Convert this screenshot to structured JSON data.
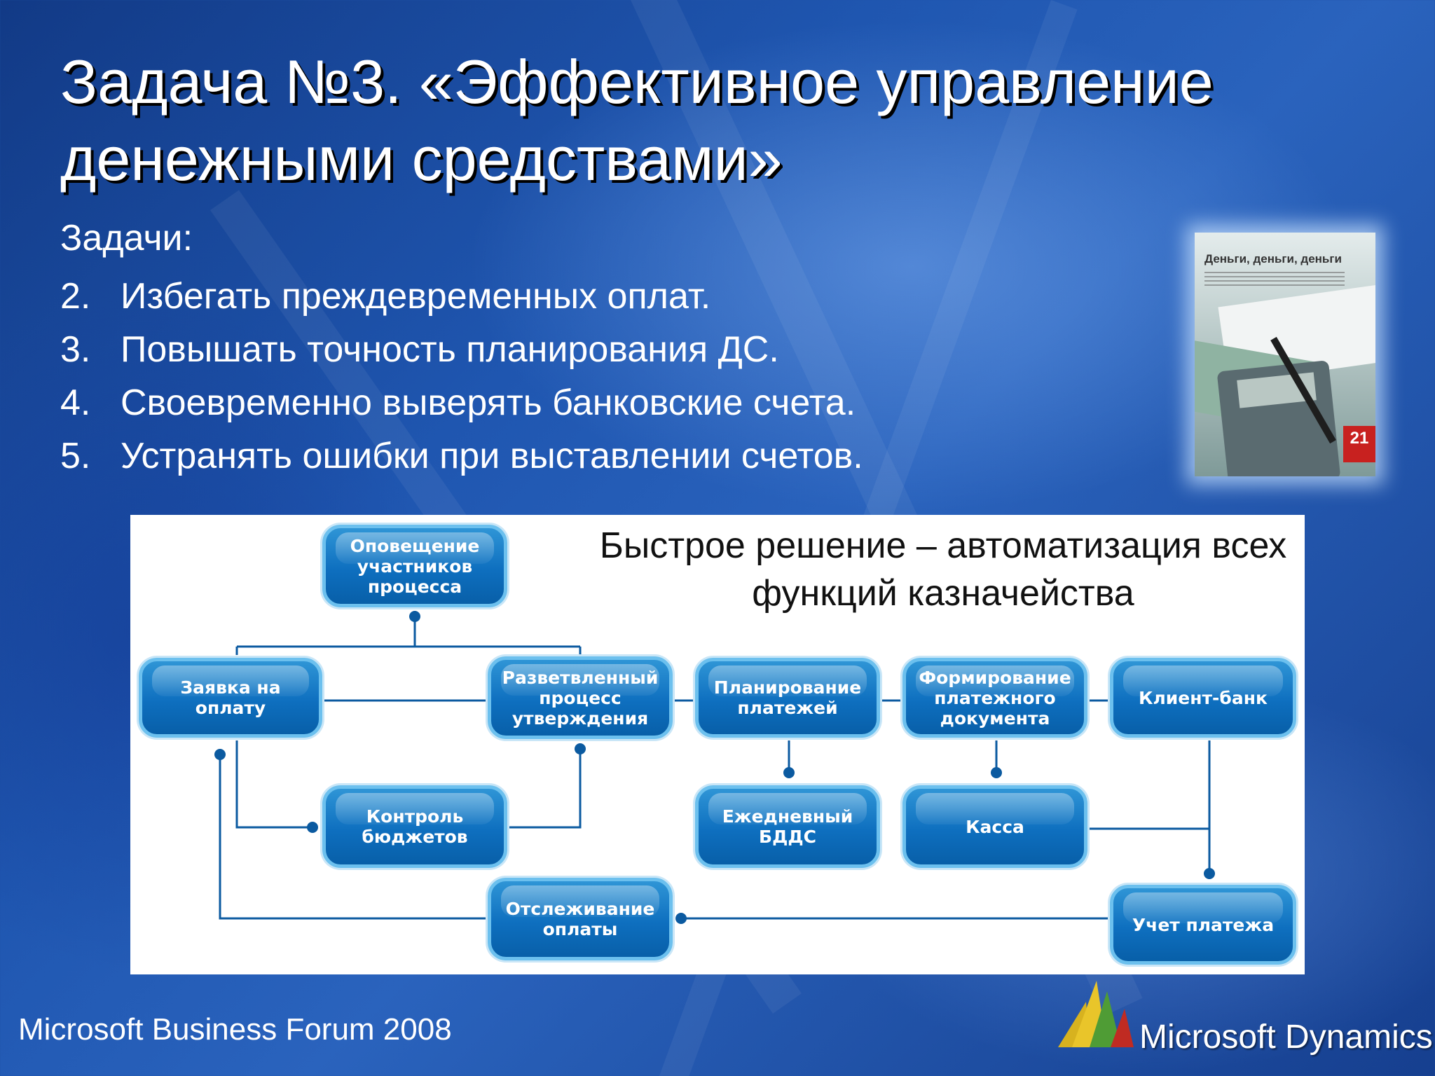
{
  "slide": {
    "title": "Задача №3. «Эффективное управление денежными средствами»",
    "tasks_heading": "Задачи:",
    "tasks": [
      {
        "num": "2.",
        "text": "Избегать преждевременных оплат."
      },
      {
        "num": "3.",
        "text": "Повышать точность планирования ДС."
      },
      {
        "num": "4.",
        "text": "Своевременно выверять банковские счета."
      },
      {
        "num": "5.",
        "text": "Устранять ошибки при выставлении счетов."
      }
    ],
    "book": {
      "title": "Деньги, деньги, деньги",
      "badge": "21"
    }
  },
  "diagram": {
    "caption": "Быстрое решение – автоматизация всех функций казначейства",
    "nodes": {
      "notify": "Оповещение участников процесса",
      "request": "Заявка на оплату",
      "approval": "Разветвленный процесс утверждения",
      "planning": "Планирование платежей",
      "document": "Формирование платежного документа",
      "clientbank": "Клиент-банк",
      "budget": "Контроль бюджетов",
      "bdds": "Ежедневный БДДС",
      "cash": "Касса",
      "tracking": "Отслеживание оплаты",
      "accounting": "Учет платежа"
    }
  },
  "footer": {
    "event": "Microsoft Business Forum 2008",
    "brand": "Microsoft Dynamics"
  },
  "colors": {
    "node_fill": "#0e6fbf",
    "node_border": "#6cc0ee",
    "connector": "#0b5aa0",
    "background": "#1f56b0"
  }
}
